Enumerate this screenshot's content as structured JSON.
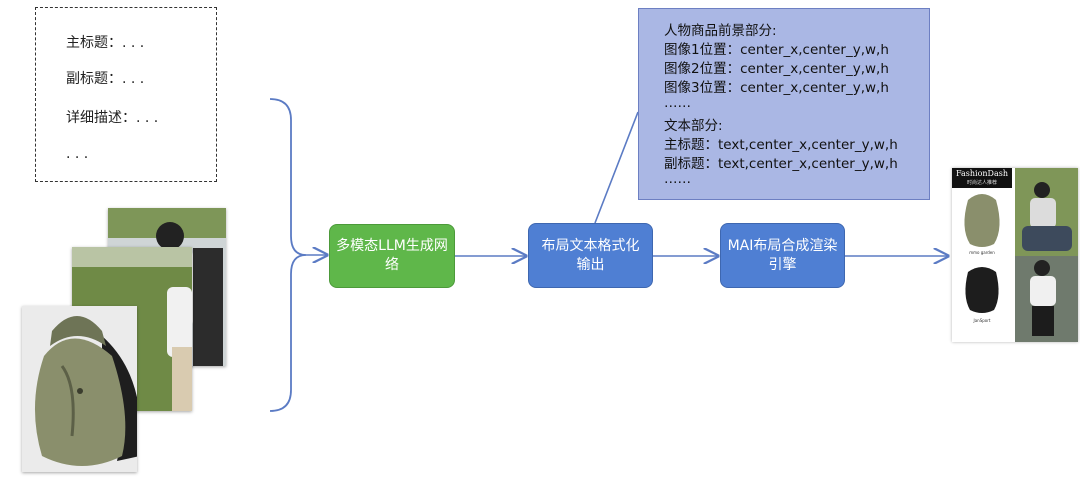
{
  "input_text": {
    "title_line": "主标题：. . .",
    "subtitle_line": "副标题：. . .",
    "desc_line": "详细描述：. . .",
    "ellipsis_line": ". . ."
  },
  "process": {
    "llm": "多模态LLM生成网络",
    "format": "布局文本格式化输出",
    "mai": "MAI布局合成渲染引擎"
  },
  "spec": {
    "lines": [
      "人物商品前景部分:",
      "图像1位置：center_x,center_y,w,h",
      "图像2位置：center_x,center_y,w,h",
      "图像3位置：center_x,center_y,w,h",
      "……",
      "文本部分:",
      "主标题：text,center_x,center_y,w,h",
      "副标题：text,center_x,center_y,w,h",
      "……"
    ]
  },
  "result": {
    "brand": "FashionDash",
    "brand_sub": "时尚达人推荐",
    "item1": "mmo garden",
    "item2": "JanSport"
  },
  "colors": {
    "green_box": "#5fb74a",
    "blue_box": "#4f7fd3",
    "spec_fill": "#aab7e4",
    "connector": "#5b7bc4"
  }
}
